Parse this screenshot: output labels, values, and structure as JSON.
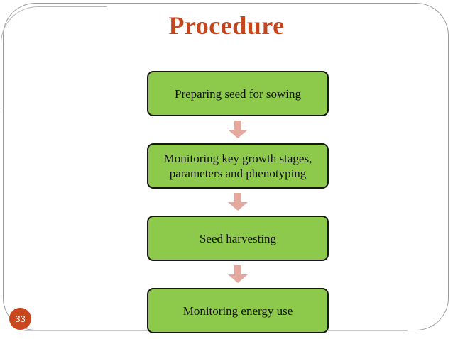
{
  "slide": {
    "title": "Procedure",
    "page_number": "33",
    "colors": {
      "title": "#c5461d",
      "node_fill": "#8dc94b",
      "node_border": "#17170f",
      "arrow": "#e5a89e",
      "badge": "#c8471f",
      "frame": "#9a9a9a",
      "background": "#ffffff"
    }
  },
  "flow": {
    "nodes": [
      {
        "id": "node-1",
        "label": "Preparing seed for sowing"
      },
      {
        "id": "node-2",
        "label": "Monitoring key growth stages,\nparameters and phenotyping"
      },
      {
        "id": "node-3",
        "label": "Seed harvesting"
      },
      {
        "id": "node-4",
        "label": "Monitoring energy use"
      }
    ],
    "connectors": [
      {
        "id": "arrow-1",
        "icon": "arrow-down-icon"
      },
      {
        "id": "arrow-2",
        "icon": "arrow-down-icon"
      },
      {
        "id": "arrow-3",
        "icon": "arrow-down-icon"
      }
    ]
  }
}
